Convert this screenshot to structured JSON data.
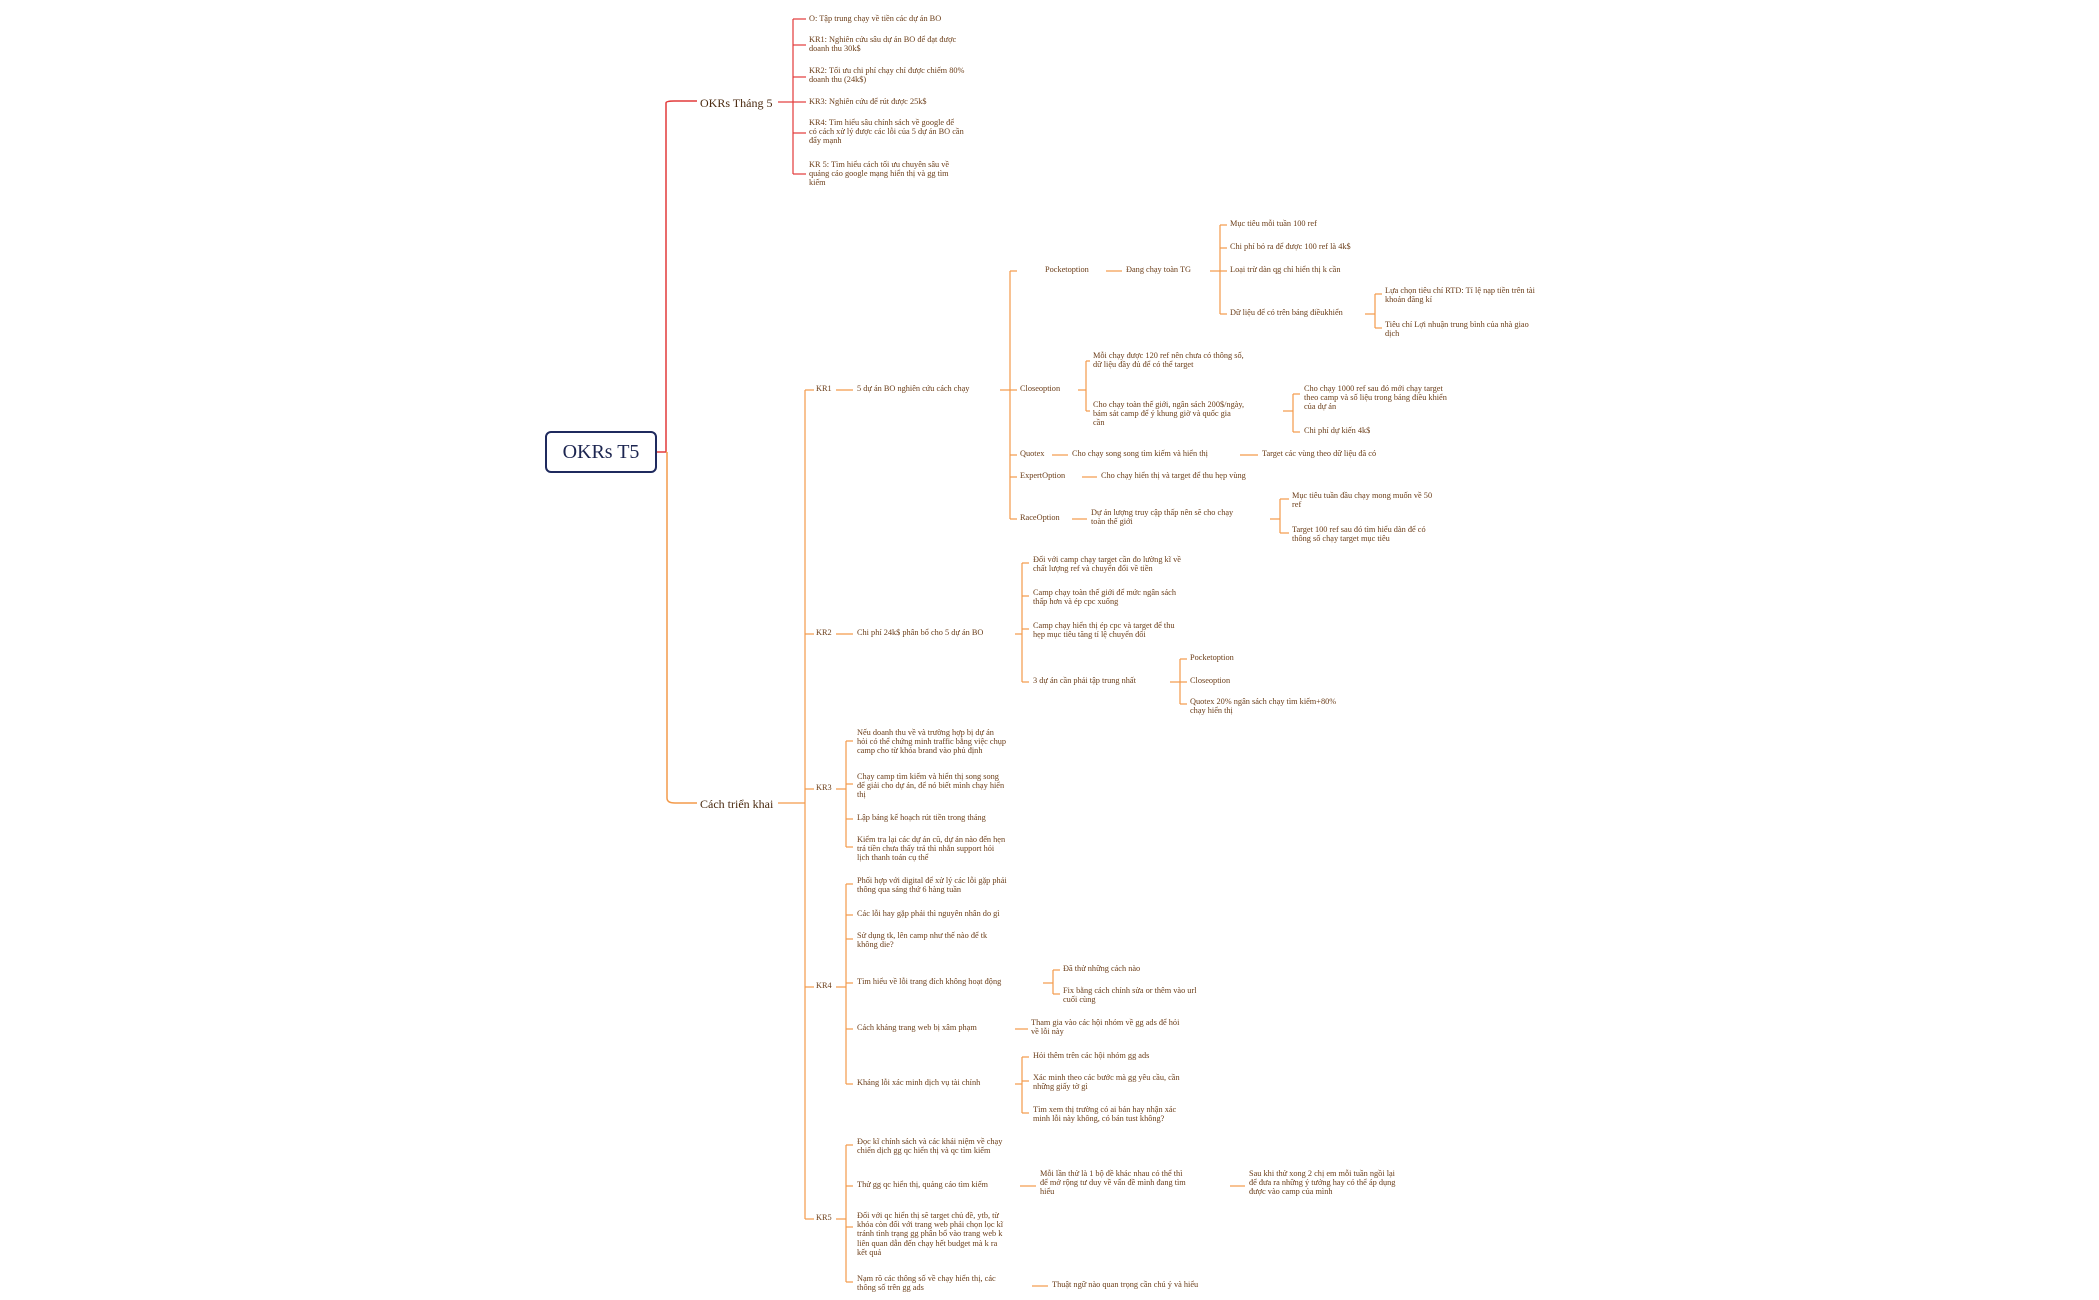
{
  "colors": {
    "root_border": "#1f2a5e",
    "branch_red": "#e23a3a",
    "branch_orange": "#f39a4a"
  },
  "root": "OKRs T5",
  "branches": {
    "okrs": {
      "title": "OKRs Tháng 5",
      "items": [
        "O: Tập trung chạy về tiền các dự án BO",
        "KR1: Nghiên cứu sâu  dự án BO để đạt được\ndoanh thu 30k$",
        "KR2: Tối ưu chi phí chạy chỉ được chiếm 80%\ndoanh thu (24k$)",
        "KR3: Nghiên cứu để rút được 25k$",
        "KR4: Tìm hiểu sâu chính sách về google để\ncó cách xử lý được các lỗi của 5 dự án BO cần\nđẩy mạnh",
        "KR 5: Tìm hiểu cách tối ưu chuyên sâu về\nquảng cáo google mạng hiển thị và gg tìm\nkiếm"
      ]
    },
    "impl": {
      "title": "Cách triển khai",
      "kr1": {
        "label": "KR1",
        "text": "5 dự án BO nghiên cứu cách chạy",
        "pocket": {
          "label": "Pocketoption",
          "sub": "Đang chạy toàn TG",
          "items": [
            "Mục tiêu mỗi tuần 100 ref",
            "Chi phí bỏ ra để được 100 ref là 4k$",
            "Loại trừ dàn qg chỉ hiển thị k cần",
            "Dữ liệu để có trên bảng điềukhiển"
          ],
          "data_items": [
            "Lựa chọn tiêu chí RTD: Tỉ lệ nạp tiền trên tài\nkhoản đăng kí",
            "Tiêu chí Lợi nhuận trung bình của nhà giao\ndịch"
          ]
        },
        "close": {
          "label": "Closeoption",
          "items": [
            "Mỗi chạy được 120 ref nên chưa có thông số,\ndữ liệu đầy đủ để có thể target",
            "Cho chạy toàn thế giới, ngân sách 200$/ngày,\nbám sát camp để ý khung giờ và quốc gia\ncần"
          ],
          "sub_items": [
            "Cho chạy 1000 ref sau đó mới chạy target\ntheo camp và số liệu trong bảng điều khiển\ncủa dự án",
            "Chi phí dự kiến 4k$"
          ]
        },
        "quotex": {
          "label": "Quotex",
          "text": "Cho chạy song song tìm kiếm và hiển thị",
          "sub": "Target các vùng theo dữ liệu đã có"
        },
        "expert": {
          "label": "ExpertOption",
          "text": "Cho chạy hiển thị và target để thu hẹp vùng"
        },
        "race": {
          "label": "RaceOption",
          "text": "Dự án lượng truy cập thấp nên sẽ cho chạy\ntoàn thế giới",
          "items": [
            "Mục tiêu tuần đầu chạy mong muốn về 50\nref",
            "Target 100 ref sau đó tìm hiểu dàn để có\nthông số chạy target mục tiêu"
          ]
        }
      },
      "kr2": {
        "label": "KR2",
        "text": "Chi phí 24k$ phân bổ cho 5 dự án BO",
        "items": [
          "Đối với camp chạy target cần đo lường kĩ về\nchất lượng ref và chuyển đổi về tiền",
          "Camp chạy toàn thế giới để mức ngân sách\nthấp hơn và ép cpc xuống",
          "Camp chạy hiển thị ép cpc và target để thu\nhẹp mục tiêu tăng tỉ lệ chuyển đổi",
          "3 dự án cần phải tập trung nhất"
        ],
        "focus": [
          "Pocketoption",
          "Closeoption",
          "Quotex 20% ngân sách chạy tìm kiếm+80%\nchạy hiển thị"
        ]
      },
      "kr3": {
        "label": "KR3",
        "items": [
          "Nếu doanh thu về và trường hợp bị dự án\nhỏi có thể chứng minh traffic bằng việc chụp\ncamp cho từ khóa brand vào phủ định",
          "Chạy camp tìm kiếm và hiển thị song song\nđể giải cho dự án, để nó biết mình chạy hiển\nthị",
          "Lập bảng kế  hoạch rút tiền trong tháng",
          "Kiểm tra lại các dự án cũ, dự án nào đến hẹn\ntrả tiền chưa thấy trả thì nhắn support hỏi\nlịch thanh toán cụ thể"
        ]
      },
      "kr4": {
        "label": "KR4",
        "items": [
          "Phối hợp với digital để xử lý các lỗi gặp phải\nthông qua sáng thứ 6 hàng tuần",
          "Các lỗi hay gặp phải thì nguyên nhân do gì",
          "Sử dụng tk, lên camp như thế nào để tk\nkhông die?",
          "Tìm hiểu về lỗi trang đích không hoạt động",
          "Cách kháng trang web bị xâm phạm",
          "Kháng lỗi xác minh dịch vụ tài chính"
        ],
        "landing": [
          "Đã thử những cách nào",
          "Fix bằng cách chỉnh sửa or thêm vào url\ncuối cùng"
        ],
        "hacked": "Tham gia vào các hội nhóm về gg ads để hỏi\nvề lỗi này",
        "finance": [
          "Hỏi thêm trên các hội nhóm gg ads",
          "Xác minh theo các bước mà gg yêu cầu, cần\nnhững giấy tờ gì",
          "Tìm xem thị trường có ai bán hay nhận xác\nminh lỗi này không, có bán tust không?"
        ]
      },
      "kr5": {
        "label": "KR5",
        "items": [
          "Đọc kĩ chính sách và các khái niệm về chạy\nchiến dịch gg qc hiển thị và qc tìm kiếm",
          "Thử gg qc hiển thị, quảng cáo tìm kiếm",
          "Đối với qc hiển thị sẽ target chủ đề, ytb, từ\nkhóa còn đối với trang web phải chọn lọc kĩ\ntránh tình trạng gg phân bổ vào trang web k\nliên quan dẫn đến chạy hết budget mà k ra\nkết quả",
          "Nạm rõ các thông số về chạy hiển thị, các\nthông số trên gg ads"
        ],
        "try": "Mỗi lần thử là 1 bộ đề khác nhau có thể thì\nđể mở rộng tư duy về vấn đề mình đang tìm\nhiểu",
        "try_sub": "Sau khi thử xong 2 chị em mỗi tuần ngồi lại\nđể đưa ra những ý tưởng hay có thể áp dụng\nđược vào camp của mình",
        "params": "Thuật ngữ nào quan trọng cần chú ý và hiểu"
      }
    }
  }
}
